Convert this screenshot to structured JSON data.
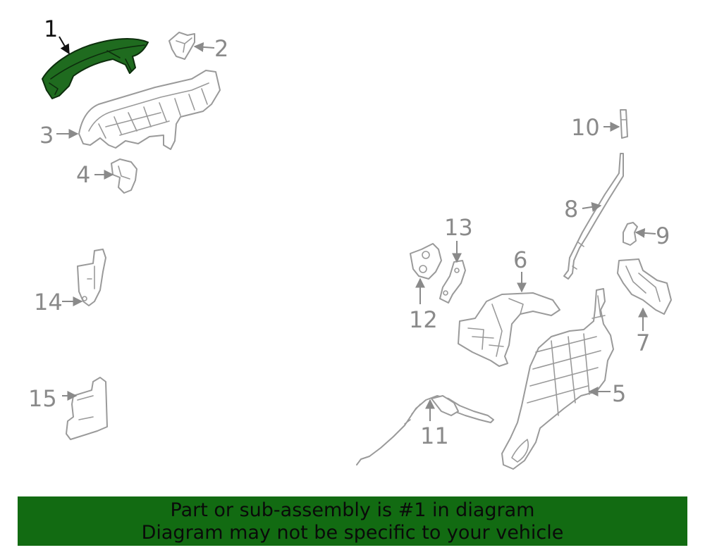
{
  "callouts": [
    "1",
    "2",
    "3",
    "4",
    "5",
    "6",
    "7",
    "8",
    "9",
    "10",
    "11",
    "12",
    "13",
    "14",
    "15"
  ],
  "highlighted_part": "1",
  "colors": {
    "highlight": "#1f6b1f",
    "banner": "#126b12",
    "line": "#9a9a9a"
  },
  "banner": {
    "line1": "Part or sub-assembly is #1 in diagram",
    "line2": "Diagram may not be specific to your vehicle"
  }
}
